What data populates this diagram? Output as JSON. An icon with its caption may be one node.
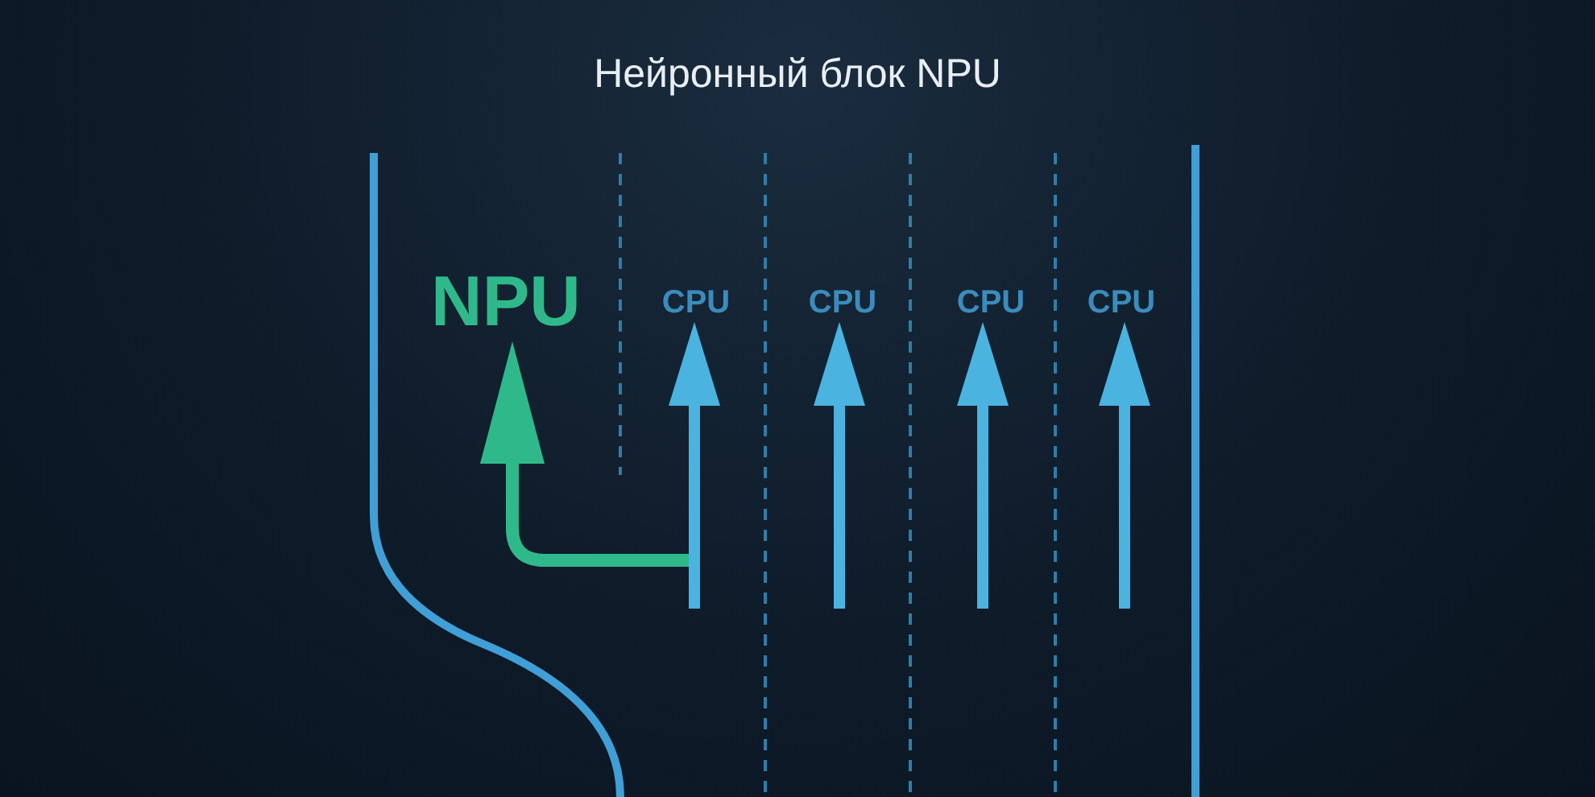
{
  "diagram": {
    "title": "Нейронный блок NPU",
    "nodes": [
      {
        "text": [
          "NPU"
        ]
      },
      {
        "text": [
          "CPU"
        ]
      },
      {
        "text": [
          "CPU"
        ]
      },
      {
        "text": [
          "CPU"
        ]
      },
      {
        "text": [
          "CPU"
        ]
      }
    ],
    "edges": [
      {
        "from": null,
        "to": 0,
        "arrow": "to",
        "color": "#2fb98a"
      },
      {
        "from": null,
        "to": 1,
        "arrow": "to"
      },
      {
        "from": null,
        "to": 2,
        "arrow": "to"
      },
      {
        "from": null,
        "to": 3,
        "arrow": "to"
      },
      {
        "from": null,
        "to": 4,
        "arrow": "to"
      }
    ]
  }
}
